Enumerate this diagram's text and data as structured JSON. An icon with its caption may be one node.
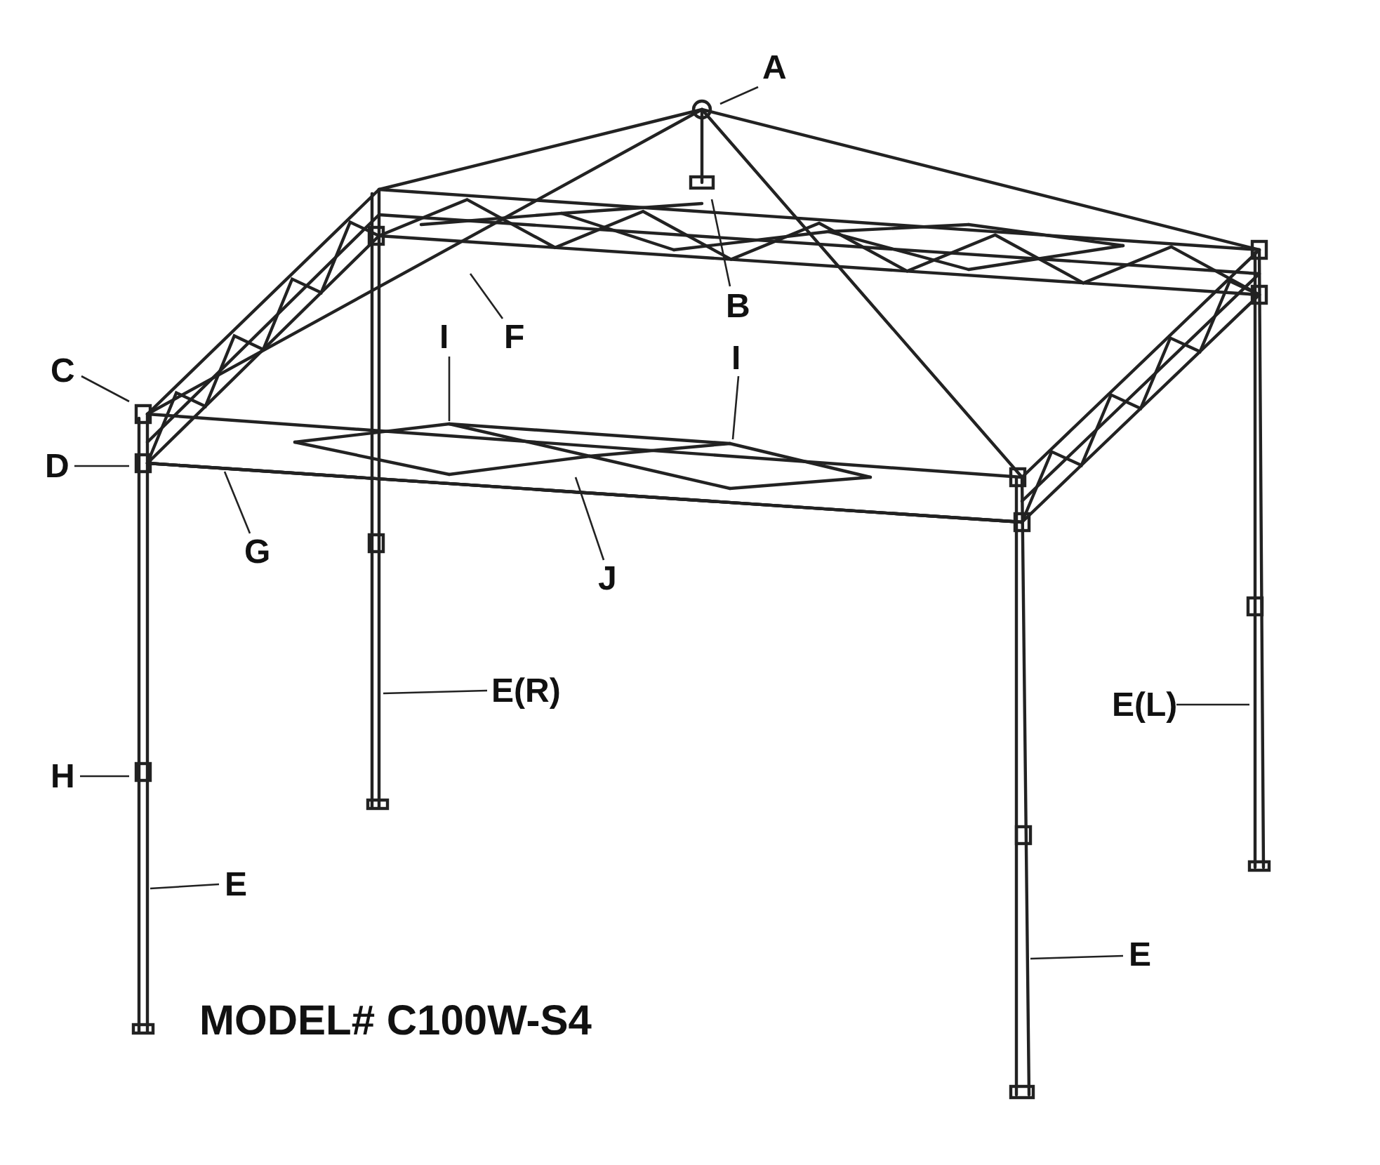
{
  "diagram": {
    "nodes": [
      {
        "text": [
          "A"
        ]
      },
      {
        "text": [
          "B"
        ]
      },
      {
        "text": [
          "C"
        ]
      },
      {
        "text": [
          "D"
        ]
      },
      {
        "text": [
          "F"
        ]
      },
      {
        "text": [
          "G"
        ]
      },
      {
        "text": [
          "I"
        ]
      },
      {
        "text": [
          "I"
        ]
      },
      {
        "text": [
          "J"
        ]
      },
      {
        "text": [
          "E(R)"
        ]
      },
      {
        "text": [
          "E(L)"
        ]
      },
      {
        "text": [
          "H"
        ]
      },
      {
        "text": [
          "E"
        ]
      },
      {
        "text": [
          "E"
        ]
      }
    ],
    "edges": [
      {
        "from": 0,
        "to": null,
        "arrow": "none"
      },
      {
        "from": 1,
        "to": null,
        "arrow": "none"
      },
      {
        "from": 2,
        "to": null,
        "arrow": "none"
      },
      {
        "from": 3,
        "to": null,
        "arrow": "none"
      },
      {
        "from": 4,
        "to": null,
        "arrow": "none"
      },
      {
        "from": 5,
        "to": null,
        "arrow": "none"
      },
      {
        "from": 6,
        "to": null,
        "arrow": "none"
      },
      {
        "from": 7,
        "to": null,
        "arrow": "none"
      },
      {
        "from": 8,
        "to": null,
        "arrow": "none"
      },
      {
        "from": 9,
        "to": null,
        "arrow": "none"
      },
      {
        "from": 10,
        "to": null,
        "arrow": "none"
      },
      {
        "from": 11,
        "to": null,
        "arrow": "none"
      },
      {
        "from": 12,
        "to": null,
        "arrow": "none"
      },
      {
        "from": 13,
        "to": null,
        "arrow": "none"
      }
    ],
    "labels": [
      "MODEL# C100W-S4"
    ]
  }
}
